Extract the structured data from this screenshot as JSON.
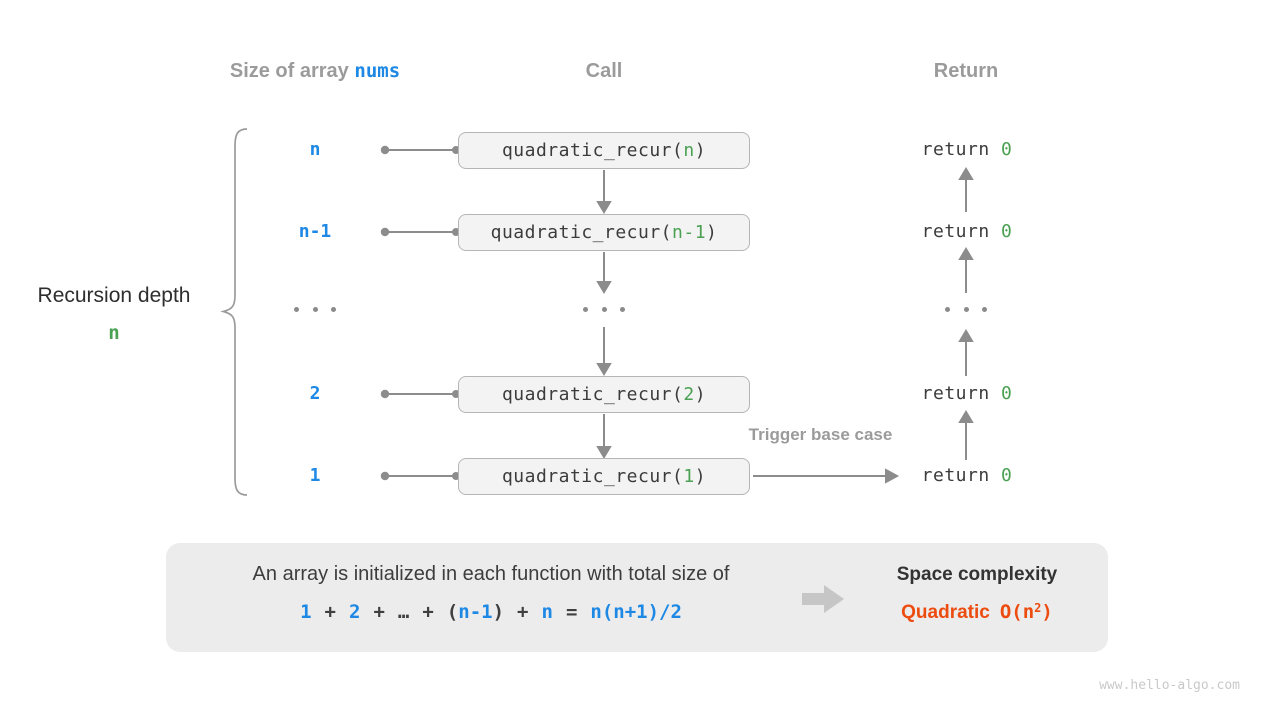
{
  "headers": {
    "size_label": "Size of array",
    "size_code": "nums",
    "call": "Call",
    "return": "Return"
  },
  "depth": {
    "label": "Recursion depth",
    "value": "n"
  },
  "rows": [
    {
      "size": "n",
      "call_fn": "quadratic_recur(",
      "call_arg": "n",
      "call_close": ")",
      "return_kw": "return",
      "return_val": "0"
    },
    {
      "size": "n-1",
      "call_fn": "quadratic_recur(",
      "call_arg": "n-1",
      "call_close": ")",
      "return_kw": "return",
      "return_val": "0"
    },
    {
      "size": "2",
      "call_fn": "quadratic_recur(",
      "call_arg": "2",
      "call_close": ")",
      "return_kw": "return",
      "return_val": "0"
    },
    {
      "size": "1",
      "call_fn": "quadratic_recur(",
      "call_arg": "1",
      "call_close": ")",
      "return_kw": "return",
      "return_val": "0"
    }
  ],
  "trigger": {
    "label": "Trigger base case"
  },
  "panel": {
    "description": "An array is initialized in each function with total size of",
    "formula": {
      "t1": "1",
      "op1": "+",
      "t2": "2",
      "op2": "+",
      "ellipsis": "…",
      "op3": "+",
      "lparen": "(",
      "t3": "n-1",
      "rparen": ")",
      "op4": "+",
      "t4": "n",
      "eq": "=",
      "result": "n(n+1)/2"
    },
    "space_title": "Space complexity",
    "space_class": "Quadratic",
    "big_o_pre": "O(n",
    "big_o_exp": "2",
    "big_o_post": ")"
  },
  "watermark": "www.hello-algo.com",
  "colors": {
    "blue": "#1e88e5",
    "green": "#4ba153",
    "orange": "#ed4c10",
    "gray_label": "#9b9b9b",
    "dark_text": "#3c3c3c",
    "box_fill": "#f3f3f3",
    "box_border": "#b5b5b5",
    "panel_fill": "#ececec",
    "arrow_gray": "#8c8c8c"
  }
}
